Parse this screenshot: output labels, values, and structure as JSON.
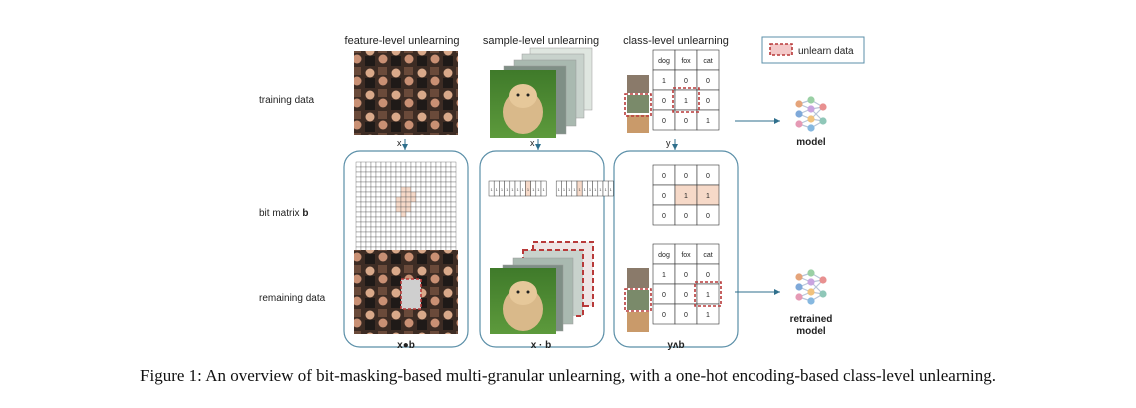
{
  "headers": {
    "feature": "feature-level unlearning",
    "sample": "sample-level unlearning",
    "class": "class-level unlearning"
  },
  "legend": {
    "label": "unlearn data"
  },
  "row_labels": {
    "training": "training data",
    "bit_matrix_prefix": "bit matrix ",
    "bit_matrix_bold": "b",
    "remaining": "remaining data"
  },
  "arrow_labels": {
    "x_feature": "x",
    "x_sample": "x",
    "y_class": "y"
  },
  "column_labels": {
    "feature": "x●b",
    "sample": "x · b",
    "class": "yᴧb"
  },
  "models": {
    "model": "model",
    "retrained_line1": "retrained",
    "retrained_line2": "model"
  },
  "table": {
    "headers": [
      "dog",
      "fox",
      "cat"
    ],
    "training_rows": [
      [
        "1",
        "0",
        "0"
      ],
      [
        "0",
        "1",
        "0"
      ],
      [
        "0",
        "0",
        "1"
      ]
    ],
    "mask_rows": [
      [
        "0",
        "0",
        "0"
      ],
      [
        "0",
        "1",
        "1"
      ],
      [
        "0",
        "0",
        "0"
      ]
    ],
    "remaining_rows": [
      [
        "1",
        "0",
        "0"
      ],
      [
        "0",
        "0",
        "1"
      ],
      [
        "0",
        "0",
        "1"
      ]
    ]
  },
  "sample_bits": [
    "1",
    "1",
    "1",
    "1",
    "1",
    "1",
    "1",
    "1",
    "1",
    "1",
    "1",
    "1",
    "1",
    "1",
    "1",
    "1",
    "1",
    "1",
    "1",
    "1",
    "1",
    "1"
  ],
  "colors": {
    "frame": "#5b8fa8",
    "dashed": "#b83a3a",
    "highlight": "#f6d9c8",
    "arrow": "#2f6f8c"
  },
  "caption": "Figure 1: An overview of bit-masking-based multi-granular unlearning, with a one-hot encoding-based class-level unlearning."
}
